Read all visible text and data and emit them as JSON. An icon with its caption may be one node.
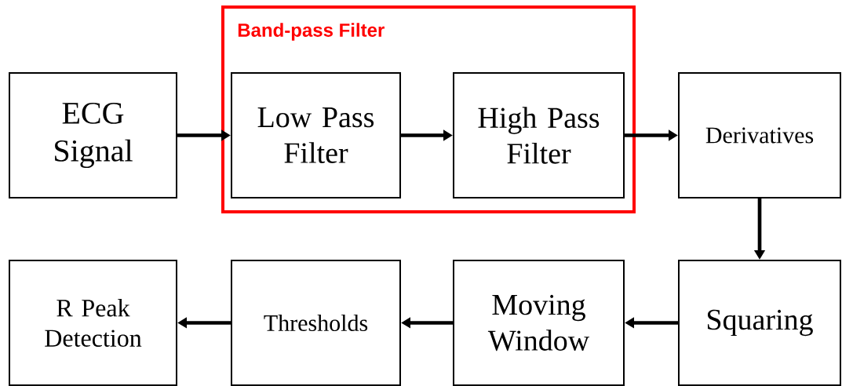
{
  "diagram": {
    "nodes": [
      {
        "text": [
          "Band-pass Filter"
        ]
      },
      {
        "text": [
          "ECG Signal"
        ]
      },
      {
        "text": [
          "Low Pass Filter"
        ],
        "in": 0
      },
      {
        "text": [
          "High Pass Filter"
        ],
        "in": 0
      },
      {
        "text": [
          "Derivatives"
        ]
      },
      {
        "text": [
          "Squaring"
        ]
      },
      {
        "text": [
          "Moving Window"
        ]
      },
      {
        "text": [
          "Thresholds"
        ]
      },
      {
        "text": [
          "R Peak Detection"
        ]
      }
    ],
    "edges": [
      {
        "from": 1,
        "to": 2,
        "arrow": "to"
      },
      {
        "from": 2,
        "to": 3,
        "arrow": "to"
      },
      {
        "from": 3,
        "to": 4,
        "arrow": "to"
      },
      {
        "from": 4,
        "to": 5,
        "arrow": "to"
      },
      {
        "from": 5,
        "to": 6,
        "arrow": "to"
      },
      {
        "from": 6,
        "to": 7,
        "arrow": "to"
      },
      {
        "from": 7,
        "to": 8,
        "arrow": "to"
      }
    ]
  }
}
